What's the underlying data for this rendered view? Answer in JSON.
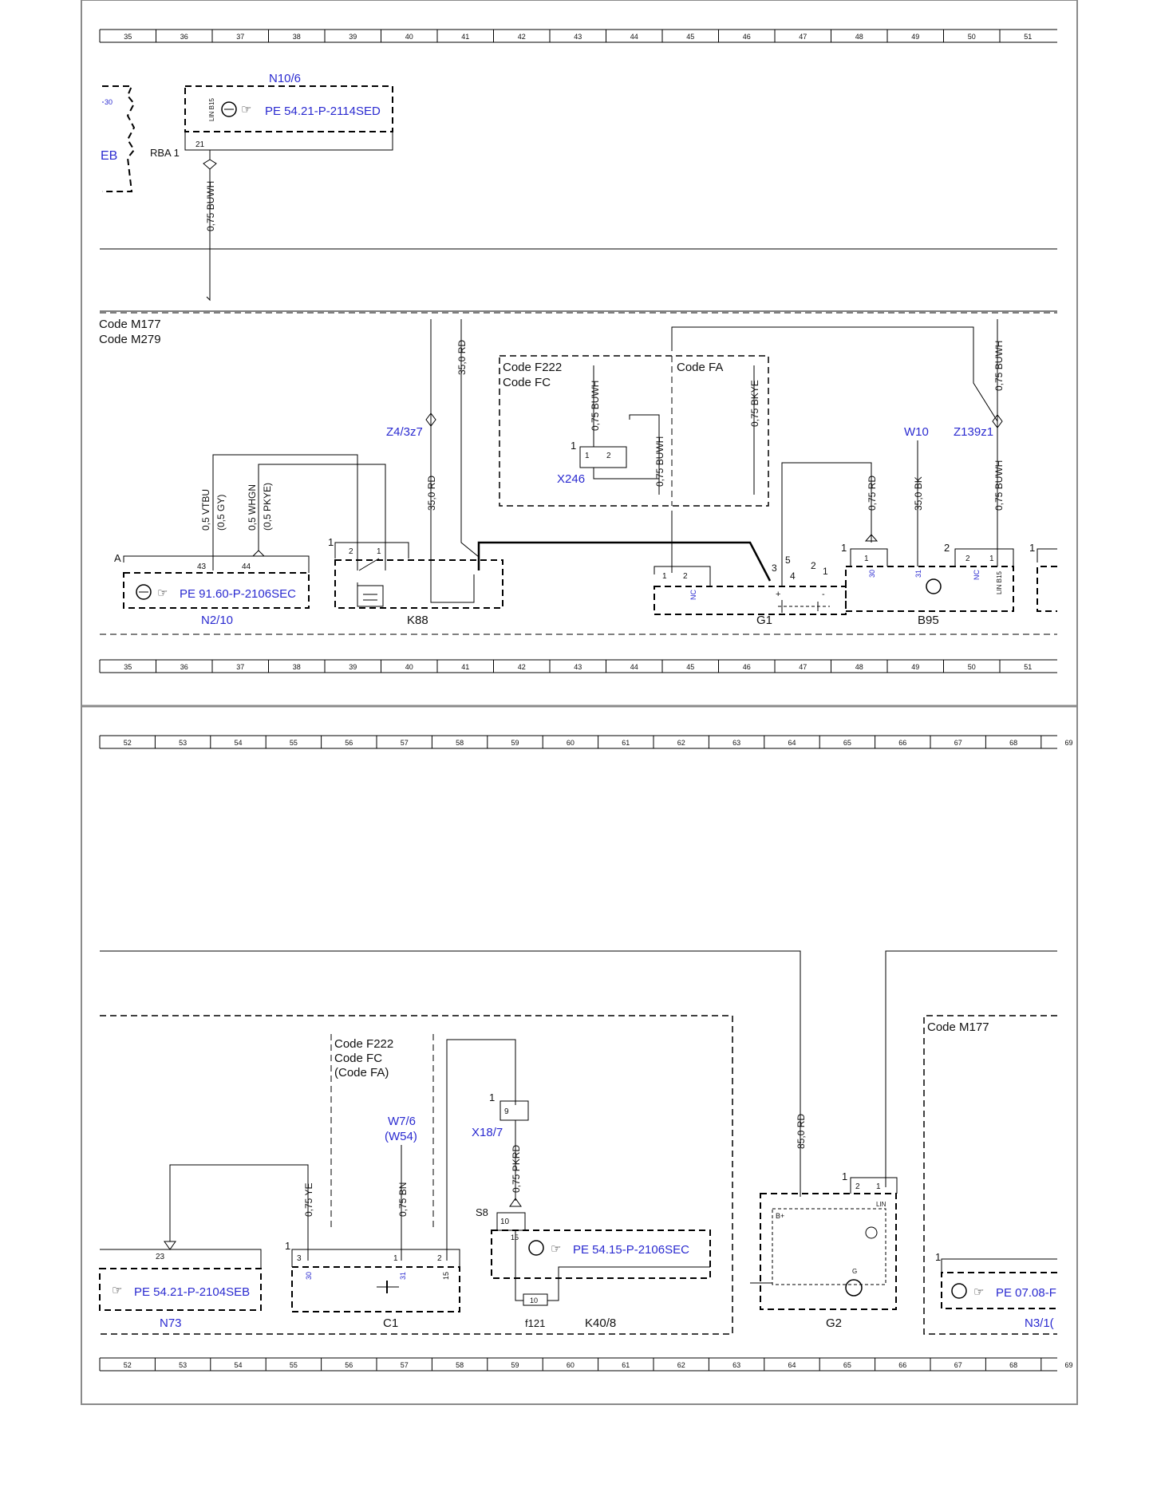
{
  "panel1": {
    "grid_top": [
      "35",
      "36",
      "37",
      "38",
      "39",
      "40",
      "41",
      "42",
      "43",
      "44",
      "45",
      "46",
      "47",
      "48",
      "49",
      "50",
      "51"
    ],
    "grid_bottom": [
      "35",
      "36",
      "37",
      "38",
      "39",
      "40",
      "41",
      "42",
      "43",
      "44",
      "45",
      "46",
      "47",
      "48",
      "49",
      "50",
      "51"
    ],
    "n10_6": {
      "name": "N10/6",
      "ref": "PE 54.21-P-2114SED",
      "pin_label": "LIN B15",
      "pin": "21",
      "rba": "RBA 1",
      "wire": "0,75 BUWH"
    },
    "left_box": {
      "pin": "30",
      "label": "EB"
    },
    "codes_left": [
      "Code M177",
      "Code M279"
    ],
    "code_box": {
      "left": [
        "Code F222",
        "Code FC"
      ],
      "right": "Code FA"
    },
    "x246": {
      "name": "X246",
      "pin_outer": "1",
      "pin_a": "1",
      "pin_b": "2"
    },
    "wires": {
      "w35_rd_top": "35,0 RD",
      "w35_rd_mid": "35,0 RD",
      "w075_buwh_a": "0,75 BUWH",
      "w075_buwh_b": "0,75 BUWH",
      "w075_bkye": "0,75 BKYE",
      "w075_rd": "0,75 RD",
      "w35_bk": "35,0 BK",
      "w075_buwh_c": "0,75 BUWH",
      "w075_buwh_d": "0,75 BUWH",
      "w05_vtbu": "0,5 VTBU",
      "w05_gy": "(0,5 GY)",
      "w05_whgn": "0,5 WHGN",
      "w05_pkye": "(0,5 PKYE)"
    },
    "z4_3z7": "Z4/3z7",
    "w10": "W10",
    "z139z1": "Z139z1",
    "n2_10": {
      "name": "N2/10",
      "ref": "PE 91.60-P-2106SEC",
      "pin_a": "A",
      "pin43": "43",
      "pin44": "44"
    },
    "k88": {
      "name": "K88",
      "pin_outer": "1",
      "pin2": "2",
      "pin1": "1"
    },
    "g1": {
      "name": "G1",
      "pin1": "1",
      "pin2": "2",
      "nc": "NC",
      "p3": "3",
      "p5": "5",
      "p4": "4",
      "p2": "2",
      "p1": "1",
      "plus": "+",
      "minus": "-"
    },
    "b95": {
      "name": "B95",
      "p1_outer": "1",
      "p1": "1",
      "p30": "30",
      "p31": "31",
      "p2_outer": "2",
      "p2": "2",
      "p1b": "1",
      "nc": "NC",
      "lin": "LIN B15"
    },
    "edge_pin": "1"
  },
  "panel2": {
    "grid_top": [
      "52",
      "53",
      "54",
      "55",
      "56",
      "57",
      "58",
      "59",
      "60",
      "61",
      "62",
      "63",
      "64",
      "65",
      "66",
      "67",
      "68",
      "69"
    ],
    "grid_bottom": [
      "52",
      "53",
      "54",
      "55",
      "56",
      "57",
      "58",
      "59",
      "60",
      "61",
      "62",
      "63",
      "64",
      "65",
      "66",
      "67",
      "68",
      "69"
    ],
    "code_box": [
      "Code F222",
      "Code FC",
      "(Code FA)"
    ],
    "w7_6": [
      "W7/6",
      "(W54)"
    ],
    "x18_7": {
      "name": "X18/7",
      "pin_outer": "1",
      "pin": "9"
    },
    "s8": {
      "name": "S8",
      "pin10": "10",
      "pin15": "15"
    },
    "wires": {
      "w075_ye": "0,75 YE",
      "w075_bn": "0,75 BN",
      "w075_pkrd": "0,75 PKRD",
      "w85_rd": "85,0 RD"
    },
    "n73": {
      "name": "N73",
      "ref": "PE 54.21-P-2104SEB",
      "pin": "23"
    },
    "c1": {
      "name": "C1",
      "pin_outer": "1",
      "p3": "3",
      "p1": "1",
      "p2": "2",
      "p30": "30",
      "p31": "31",
      "p15": "15"
    },
    "k40_8": {
      "name": "K40/8",
      "ref": "PE 54.15-P-2106SEC",
      "fuse": "f121",
      "fuse_val": "10"
    },
    "g2": {
      "name": "G2",
      "pin_outer": "1",
      "p2": "2",
      "p1": "1",
      "bplus": "B+",
      "lin": "LIN",
      "g": "G"
    },
    "code_m177": "Code M177",
    "n3_10": {
      "name": "N3/1(",
      "ref": "PE 07.08-F",
      "pin_outer": "1"
    }
  }
}
